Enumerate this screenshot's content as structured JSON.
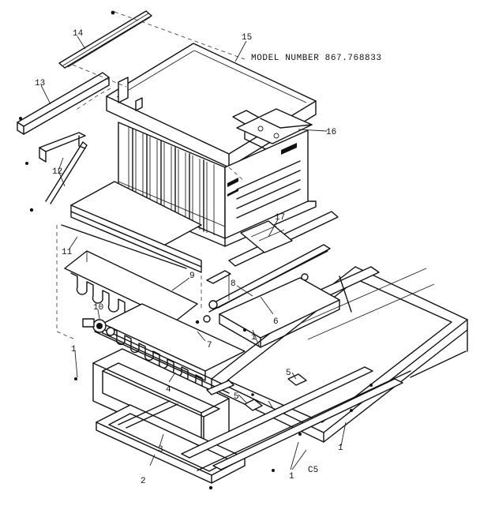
{
  "title": "MODEL NUMBER 867.768833",
  "callouts": [
    "1",
    "2",
    "3",
    "4",
    "5",
    "6",
    "7",
    "8",
    "9",
    "10",
    "11",
    "12",
    "13",
    "14",
    "15",
    "16",
    "17",
    "C5"
  ]
}
